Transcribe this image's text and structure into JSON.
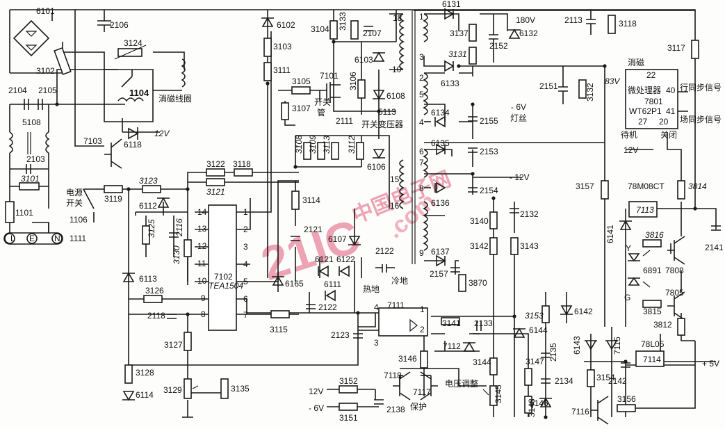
{
  "watermark": {
    "line1": "中国电子网",
    "line2": "21IC",
    "line3": ".com"
  },
  "labels": {
    "mains_switch": "电源\n开关",
    "degauss_coil": "消磁线圈",
    "switch_tube": "开关\n管",
    "switch_transformer": "开关变压器",
    "hot_ground": "热地",
    "cold_ground": "冷地",
    "voltage_adjust": "电压调整",
    "protect": "保护",
    "filament": "灯丝",
    "degauss": "消磁",
    "standby": "待机",
    "off": "关闭",
    "microprocessor": "微处理器",
    "h_sync": "行同步信号",
    "v_sync": "场同步信号",
    "mcu_part": "7801",
    "mcu_model": "WT62P1",
    "ic_part": "7102",
    "ic_model": "TEA1504",
    "reg1_model": "78M08CT",
    "reg2_model": "78L05",
    "v180": "180V",
    "v83": "83V",
    "vneg6": "- 6V",
    "vneg12": "- 12V",
    "v12a": "12V",
    "v12b": "12V",
    "v5": "+ 5V",
    "in12": "12V",
    "inneg6": "- 6V",
    "led_y": "Y",
    "led_g": "G"
  },
  "components": {
    "c2106": "2106",
    "c2104": "2104",
    "c2105": "2105",
    "c2103": "2103",
    "t5108": "5108",
    "br6101": "6101",
    "r3102": "3102",
    "r3124": "3124",
    "rl1104": "1104",
    "q7103": "7103",
    "d6118": "6118",
    "r3101": "3101",
    "f1101": "1101",
    "sw1106": "1106",
    "conn1111": "1111",
    "pin_l": "L",
    "pin_e": "E",
    "pin_n": "N",
    "r3119": "3119",
    "r3123": "3123",
    "r3122": "3122",
    "r3121": "3121",
    "r3118": "3118",
    "d6112": "6112",
    "r3125": "3125",
    "c2116": "2116",
    "r3130": "3130",
    "d6113": "6113",
    "r3126": "3126",
    "c2118": "2118",
    "r3127": "3127",
    "r3128": "3128",
    "d6114": "6114",
    "vr3129": "3129",
    "r3135": "3135",
    "d6102": "6102",
    "r3103": "3103",
    "r3111": "3111",
    "r3105": "3105",
    "r3107": "3107",
    "q7101": "7101",
    "r3104": "3104",
    "r3133": "3133",
    "c2107": "2107",
    "d6103": "6103",
    "r3106": "3106",
    "d6108": "6108",
    "c2111": "2111",
    "r3108": "3108",
    "r3109": "3109",
    "r3113": "3113",
    "r3112": "3112",
    "d6106": "6106",
    "r3114": "3114",
    "c2121": "2121",
    "d6107": "6107",
    "d6165": "6165",
    "d6121": "6121",
    "d6122": "6122",
    "d6111": "6111",
    "c2122": "2122",
    "c2122b": "2122",
    "c2123": "2123",
    "r3115": "3115",
    "oc7111": "7111",
    "t5113": "5113",
    "d6131": "6131",
    "r3137": "3137",
    "c2152": "2152",
    "d6132": "6132",
    "r3131": "3131",
    "d6133": "6133",
    "c2151": "2151",
    "r3132": "3132",
    "d6134": "6134",
    "c2155": "2155",
    "d6135": "6135",
    "c2153": "2153",
    "d6136": "6136",
    "c2154": "2154",
    "d6137": "6137",
    "c2157": "2157",
    "r3870": "3870",
    "r3140": "3140",
    "r3142": "3142",
    "c2132": "2132",
    "r3143": "3143",
    "r3141": "3141",
    "c2133": "2133",
    "q7112": "7112",
    "r3146": "3146",
    "r3144": "3144",
    "vr3145": "3145",
    "d6144": "6144",
    "r3147": "3147",
    "r3148": "3148",
    "q7118": "7118",
    "q7117": "7117",
    "r3152": "3152",
    "r3151": "3151",
    "c2138": "2138",
    "c2113": "2113",
    "r3118b": "3118",
    "r3117": "3117",
    "mcu_pin22": "22",
    "mcu_pin40": "40",
    "mcu_pin41": "41",
    "mcu_pin27": "27",
    "mcu_pin20": "20",
    "r3157": "3157",
    "r3814": "3814",
    "ic7113": "7113",
    "c2141": "2141",
    "d6141": "6141",
    "r3816": "3816",
    "q7808": "7808",
    "d6891": "6891",
    "r3815": "3815",
    "q7805": "7805",
    "r3812": "3812",
    "r3153": "3153",
    "d6142": "6142",
    "c2135": "2135",
    "c2134": "2134",
    "d6146": "6146",
    "d6143": "6143",
    "d7115": "7115",
    "r3154": "3154",
    "c2142": "2142",
    "ic7114": "7114",
    "q7116": "7116",
    "r3156": "3156",
    "pin1": "1",
    "pin2": "2",
    "pin3": "3",
    "pin4": "4",
    "pin5": "5",
    "pin6": "6",
    "pin7": "7",
    "pin8": "8",
    "pin9": "9",
    "pin10": "10",
    "pin11": "11",
    "pin12": "12",
    "pin13": "13",
    "pin14": "14",
    "pin15": "15",
    "pin16": "16",
    "pin18": "18"
  }
}
